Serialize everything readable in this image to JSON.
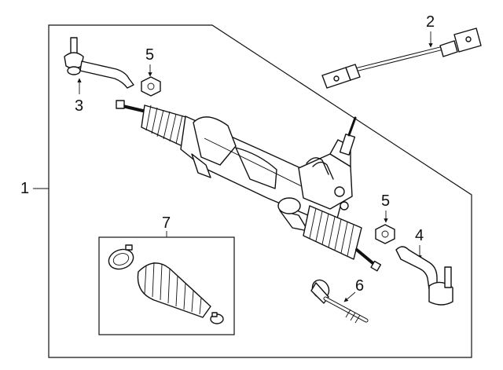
{
  "diagram": {
    "callouts": [
      {
        "id": "1",
        "label": "1"
      },
      {
        "id": "2",
        "label": "2"
      },
      {
        "id": "3",
        "label": "3"
      },
      {
        "id": "4",
        "label": "4"
      },
      {
        "id": "5a",
        "label": "5"
      },
      {
        "id": "5b",
        "label": "5"
      },
      {
        "id": "6",
        "label": "6"
      },
      {
        "id": "7",
        "label": "7"
      }
    ]
  }
}
